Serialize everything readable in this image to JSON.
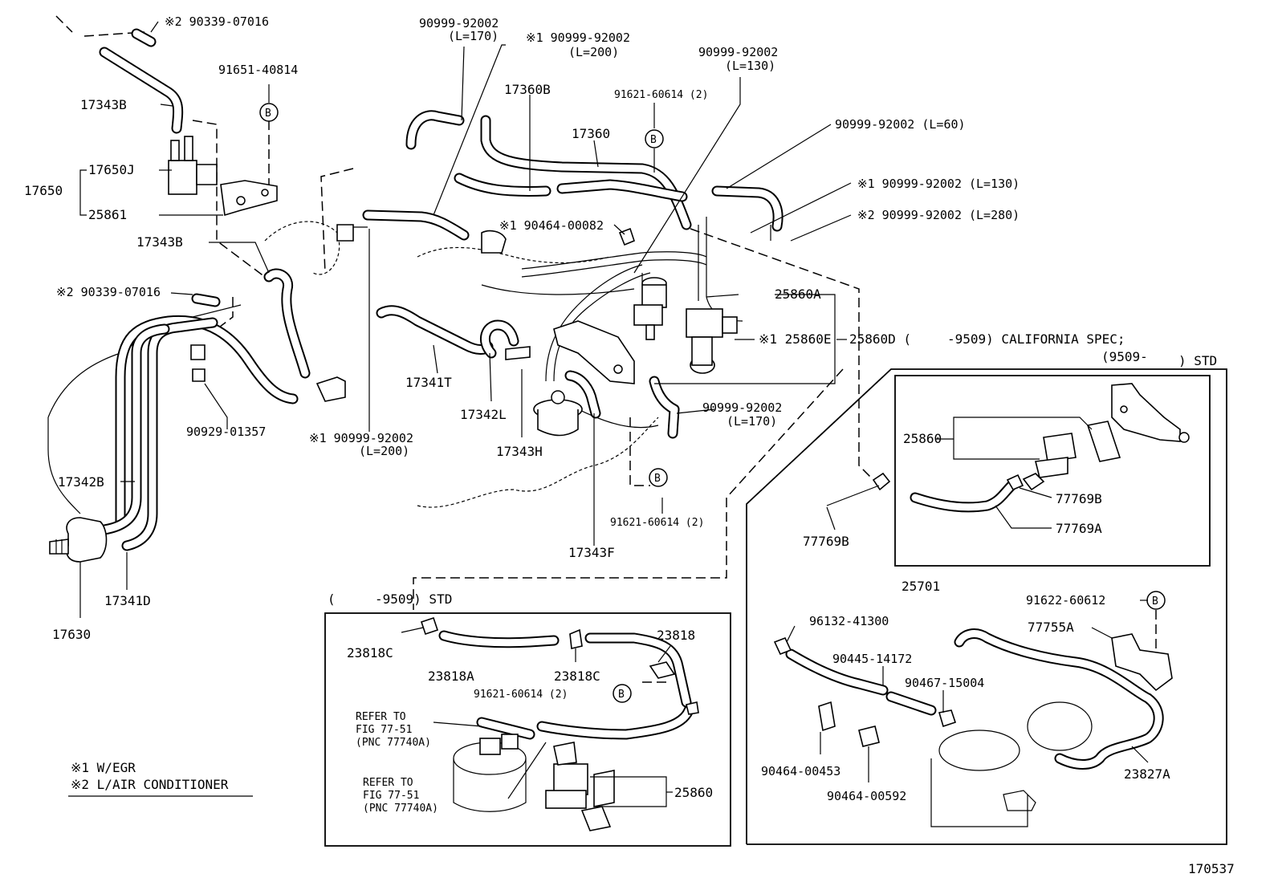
{
  "drawing": {
    "figure_number": "170537",
    "marker_b": "B",
    "legend": {
      "note1": "※1 W/EGR",
      "note2": "※2 L/AIR CONDITIONER"
    },
    "labels": {
      "l_90339_07016_top": "※2 90339-07016",
      "l_91651_40814": "91651-40814",
      "l_17343B_top": "17343B",
      "l_17650J": "17650J",
      "l_17650": "17650",
      "l_25861": "25861",
      "l_17343B_mid": "17343B",
      "l_90339_07016_mid": "※2 90339-07016",
      "l_90929_01357": "90929-01357",
      "l_17342B": "17342B",
      "l_17341D": "17341D",
      "l_17630": "17630",
      "l_90999_170_top_a": "90999-92002",
      "l_90999_170_top_b": "(L=170)",
      "l_90999_200_top_a": "※1 90999-92002",
      "l_90999_200_top_b": "(L=200)",
      "l_17360B": "17360B",
      "l_17360": "17360",
      "l_91621_top": "91621-60614 (2)",
      "l_90999_130_top_a": "90999-92002",
      "l_90999_130_top_b": "(L=130)",
      "l_90999_60": "90999-92002 (L=60)",
      "l_90999_130_right": "※1 90999-92002 (L=130)",
      "l_90999_280": "※2 90999-92002 (L=280)",
      "l_90464_00082": "※1 90464-00082",
      "l_25860A": "25860A",
      "l_25860E": "※1 25860E",
      "l_25860D": "25860D (",
      "l_california": "-9509) CALIFORNIA SPEC;",
      "l_std_top_a": "(9509-",
      "l_std_top_b": ") STD",
      "l_17341T": "17341T",
      "l_17342L": "17342L",
      "l_17343H": "17343H",
      "l_90999_170_mid_a": "90999-92002",
      "l_90999_170_mid_b": "(L=170)",
      "l_90999_200_bot_a": "※1 90999-92002",
      "l_90999_200_bot_b": "(L=200)",
      "l_91621_mid": "91621-60614 (2)",
      "l_17343F": "17343F",
      "l_25860_right": "25860",
      "l_77769B_r": "77769B",
      "l_77769A": "77769A",
      "l_77769B_l": "77769B",
      "l_25701": "25701",
      "l_std_bottom_a": "(",
      "l_std_bottom_b": "-9509) STD",
      "l_23818C_l": "23818C",
      "l_23818A": "23818A",
      "l_23818C_r": "23818C",
      "l_23818": "23818",
      "l_91621_bot": "91621-60614 (2)",
      "l_refer1_a": "REFER TO",
      "l_refer1_b": "FIG 77-51",
      "l_refer1_c": "(PNC 77740A)",
      "l_refer2_a": "REFER TO",
      "l_refer2_b": "FIG 77-51",
      "l_refer2_c": "(PNC 77740A)",
      "l_25860_bot": "25860",
      "l_91622_60612": "91622-60612",
      "l_96132_41300": "96132-41300",
      "l_77755A": "77755A",
      "l_90445_14172": "90445-14172",
      "l_90467_15004": "90467-15004",
      "l_90464_00453": "90464-00453",
      "l_90464_00592": "90464-00592",
      "l_23827A": "23827A"
    }
  }
}
